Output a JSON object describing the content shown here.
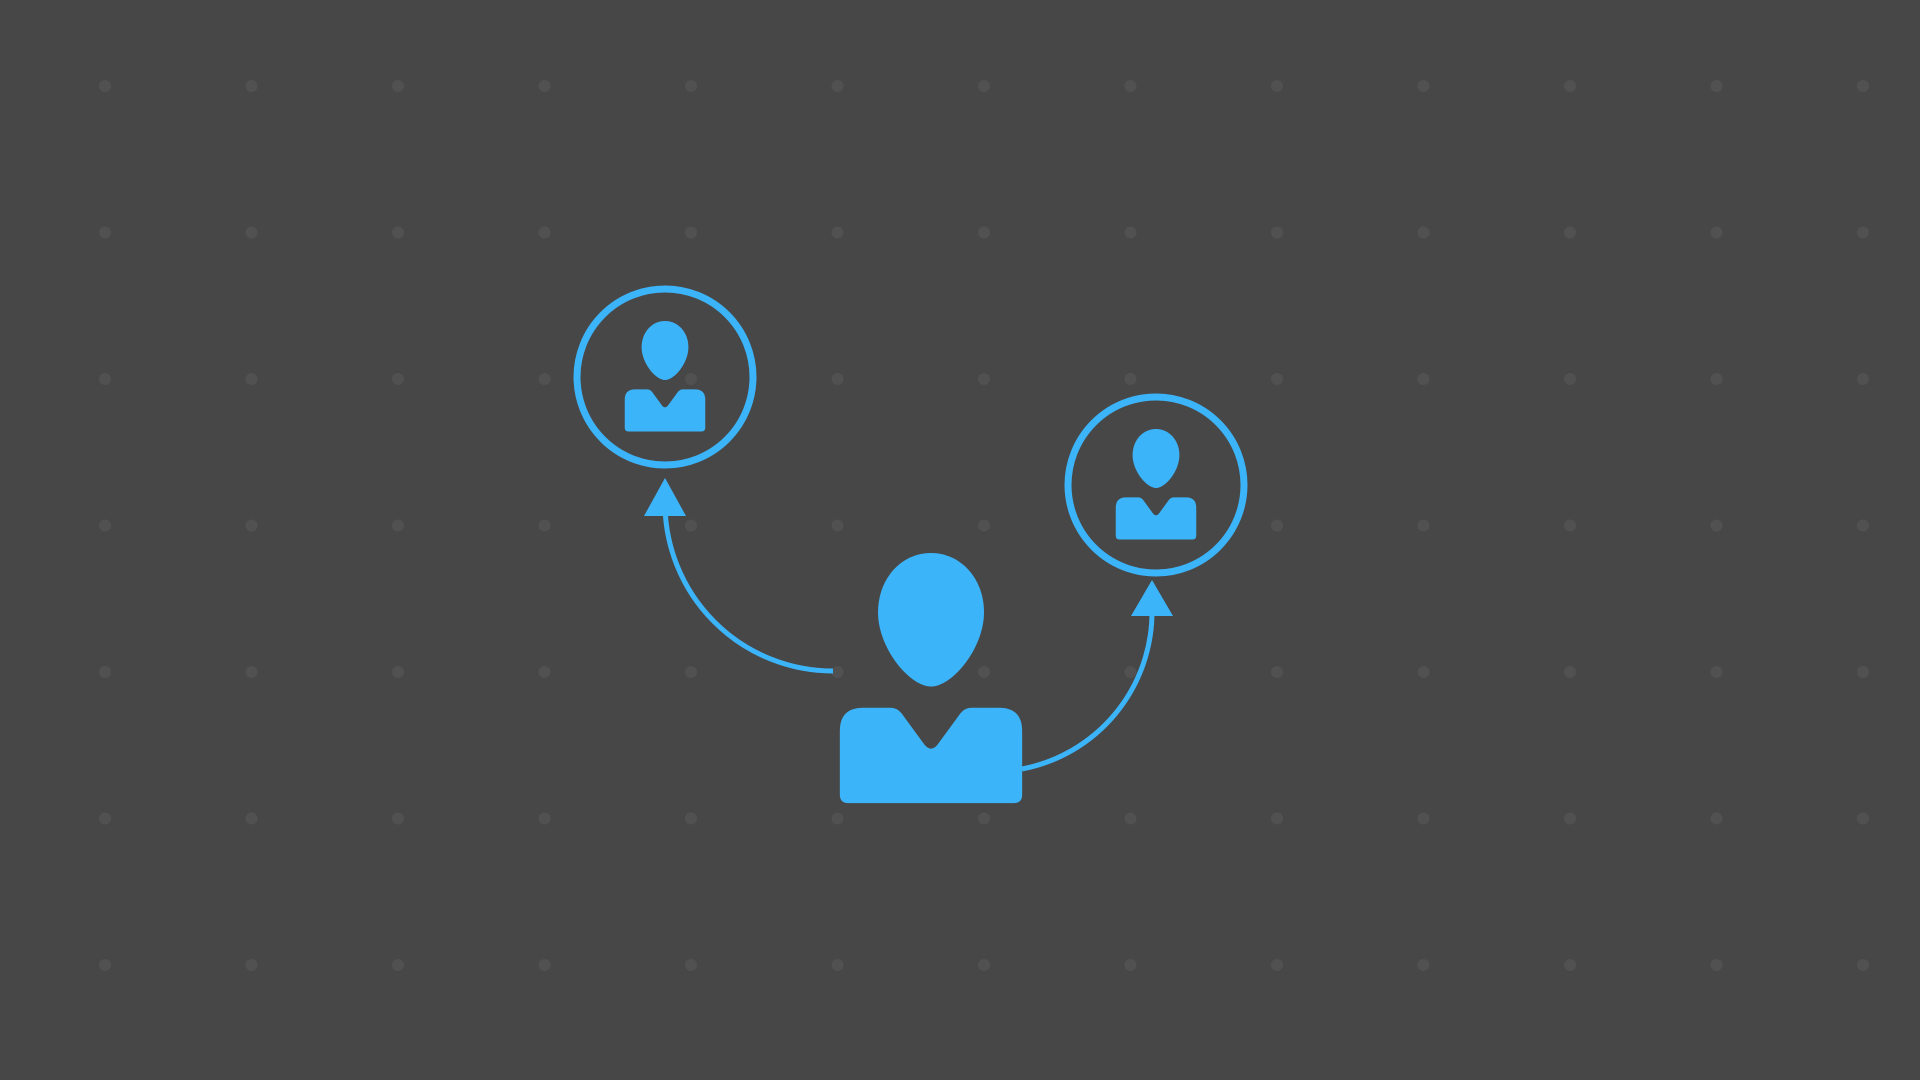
{
  "colors": {
    "background": "#474747",
    "accent": "#3cb4fa",
    "dot": "#515151"
  },
  "diagram": {
    "type": "delegation / referral",
    "nodes": [
      {
        "id": "source-user",
        "icon": "person-icon",
        "role": "source",
        "enclosed": false
      },
      {
        "id": "target-user-left",
        "icon": "person-icon",
        "role": "target",
        "enclosed": true
      },
      {
        "id": "target-user-right",
        "icon": "person-icon",
        "role": "target",
        "enclosed": true
      }
    ],
    "edges": [
      {
        "from": "source-user",
        "to": "target-user-left",
        "icon": "arrow-up-icon"
      },
      {
        "from": "source-user",
        "to": "target-user-right",
        "icon": "arrow-up-icon"
      }
    ]
  }
}
